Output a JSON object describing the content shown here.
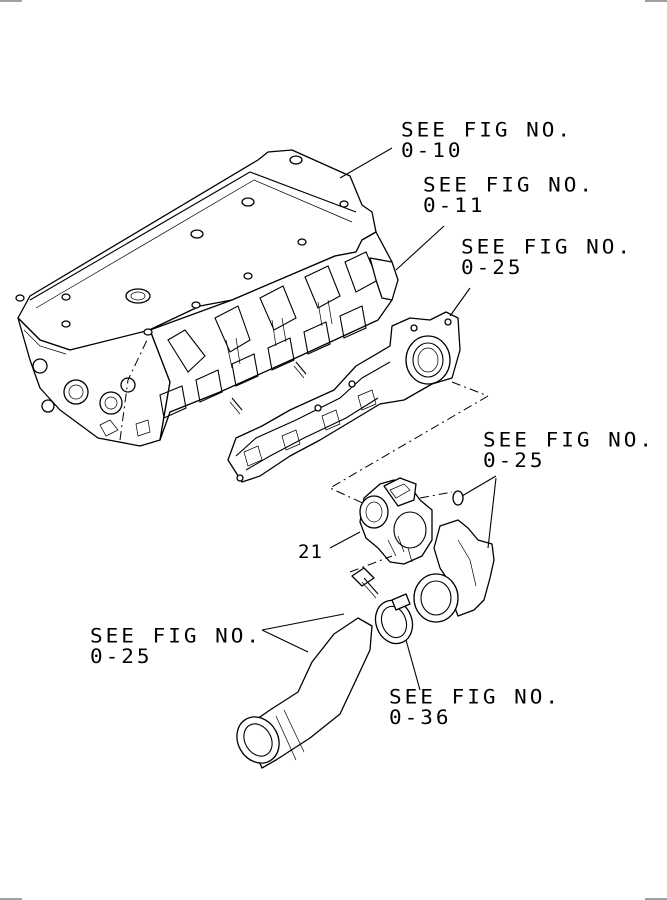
{
  "callouts": [
    {
      "line1": "SEE FIG NO.",
      "line2": "0-10"
    },
    {
      "line1": "SEE FIG NO.",
      "line2": "0-11"
    },
    {
      "line1": "SEE FIG NO.",
      "line2": "0-25"
    },
    {
      "line1": "SEE FIG NO.",
      "line2": "0-25"
    },
    {
      "line1": "SEE FIG NO.",
      "line2": "0-25"
    },
    {
      "line1": "SEE FIG NO.",
      "line2": "0-36"
    }
  ],
  "parts": [
    {
      "ref": "21"
    }
  ]
}
